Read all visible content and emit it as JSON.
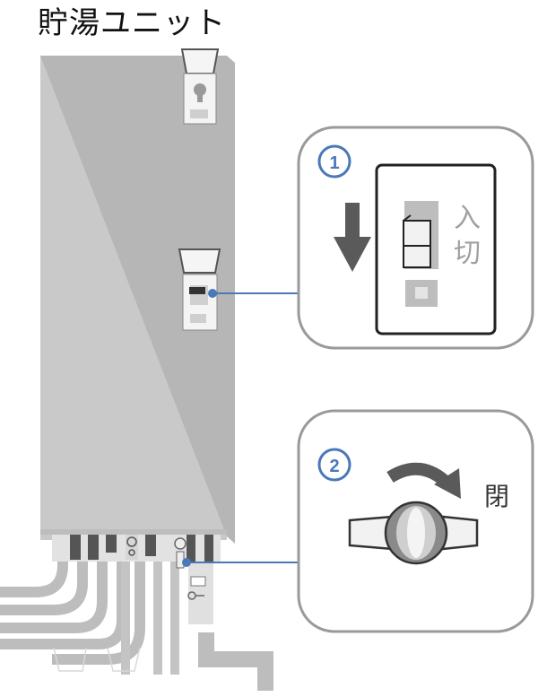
{
  "title": "貯湯ユニット",
  "steps": [
    {
      "number": "1",
      "switch_labels": [
        "入",
        "切"
      ]
    },
    {
      "number": "2",
      "action_label": "閉"
    }
  ],
  "colors": {
    "unit_body": "#c9c9c9",
    "pipe": "#bdbdbd",
    "pipe_dark": "#555555",
    "step_circle": "#4a78b8",
    "leader_line": "#4a78b8",
    "callout_border": "#9a9a9a",
    "arrow": "#5a5a5a"
  },
  "icons": [
    "arrow-down-icon",
    "rotate-arrow-icon",
    "breaker-switch-icon",
    "valve-handle-icon"
  ]
}
